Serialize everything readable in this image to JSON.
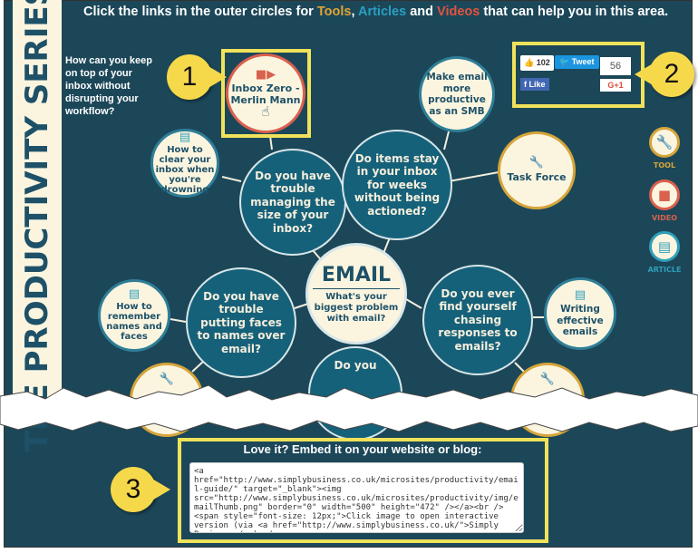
{
  "header": {
    "prefix": "Click the links in the outer circles for ",
    "tools": "Tools",
    "comma": ", ",
    "articles": "Articles",
    "and": " and ",
    "videos": "Videos",
    "suffix": " that can help you in this area."
  },
  "series_title": "THE PRODUCTIVITY SERIES",
  "intro_question": "How can you keep on top of your inbox without disrupting your workflow?",
  "center": {
    "title": "EMAIL",
    "subtitle": "What's your biggest problem with email?"
  },
  "questions": [
    "Do you have trouble managing the size of your inbox?",
    "Do items stay in your inbox for weeks without being actioned?",
    "Do you have trouble putting faces to names over email?",
    "Do you ever find yourself chasing responses to emails?",
    "Do you"
  ],
  "resources": [
    {
      "label": "Inbox Zero - Merlin Mann",
      "type": "video",
      "icon": "video-camera-icon"
    },
    {
      "label": "How to clear your inbox when you're drowning",
      "type": "article",
      "icon": "document-icon"
    },
    {
      "label": "Make email more productive as an SMB",
      "type": "article",
      "icon": "document-icon"
    },
    {
      "label": "Task Force",
      "type": "tool",
      "icon": "wrench-icon"
    },
    {
      "label": "How to remember names and faces",
      "type": "article",
      "icon": "document-icon"
    },
    {
      "label": "Writing effective emails",
      "type": "article",
      "icon": "document-icon"
    }
  ],
  "legend": {
    "tool": "TOOL",
    "video": "VIDEO",
    "article": "ARTICLE"
  },
  "social": {
    "like_count": "102",
    "like": "Like",
    "tweet": "Tweet",
    "gplus_count": "56",
    "gplus": "G+1"
  },
  "callouts": [
    "1",
    "2",
    "3"
  ],
  "embed": {
    "title": "Love it? Embed it on your website or blog:",
    "code": "<a href=\"http://www.simplybusiness.co.uk/microsites/productivity/email-guide/\" target=\"_blank\"><img src=\"http://www.simplybusiness.co.uk/microsites/productivity/img/emailThumb.png\" border=\"0\" width=\"500\" height=\"472\" /></a><br /><span style=\"font-size: 12px;\">Click image to open interactive version (via <a href=\"http://www.simplybusiness.co.uk/\">Simply Business</a>).</span>"
  },
  "colors": {
    "background": "#1c4759",
    "tool": "#d6a53a",
    "video": "#d9614e",
    "article": "#2f9fb8",
    "highlight": "#f0e25a"
  }
}
